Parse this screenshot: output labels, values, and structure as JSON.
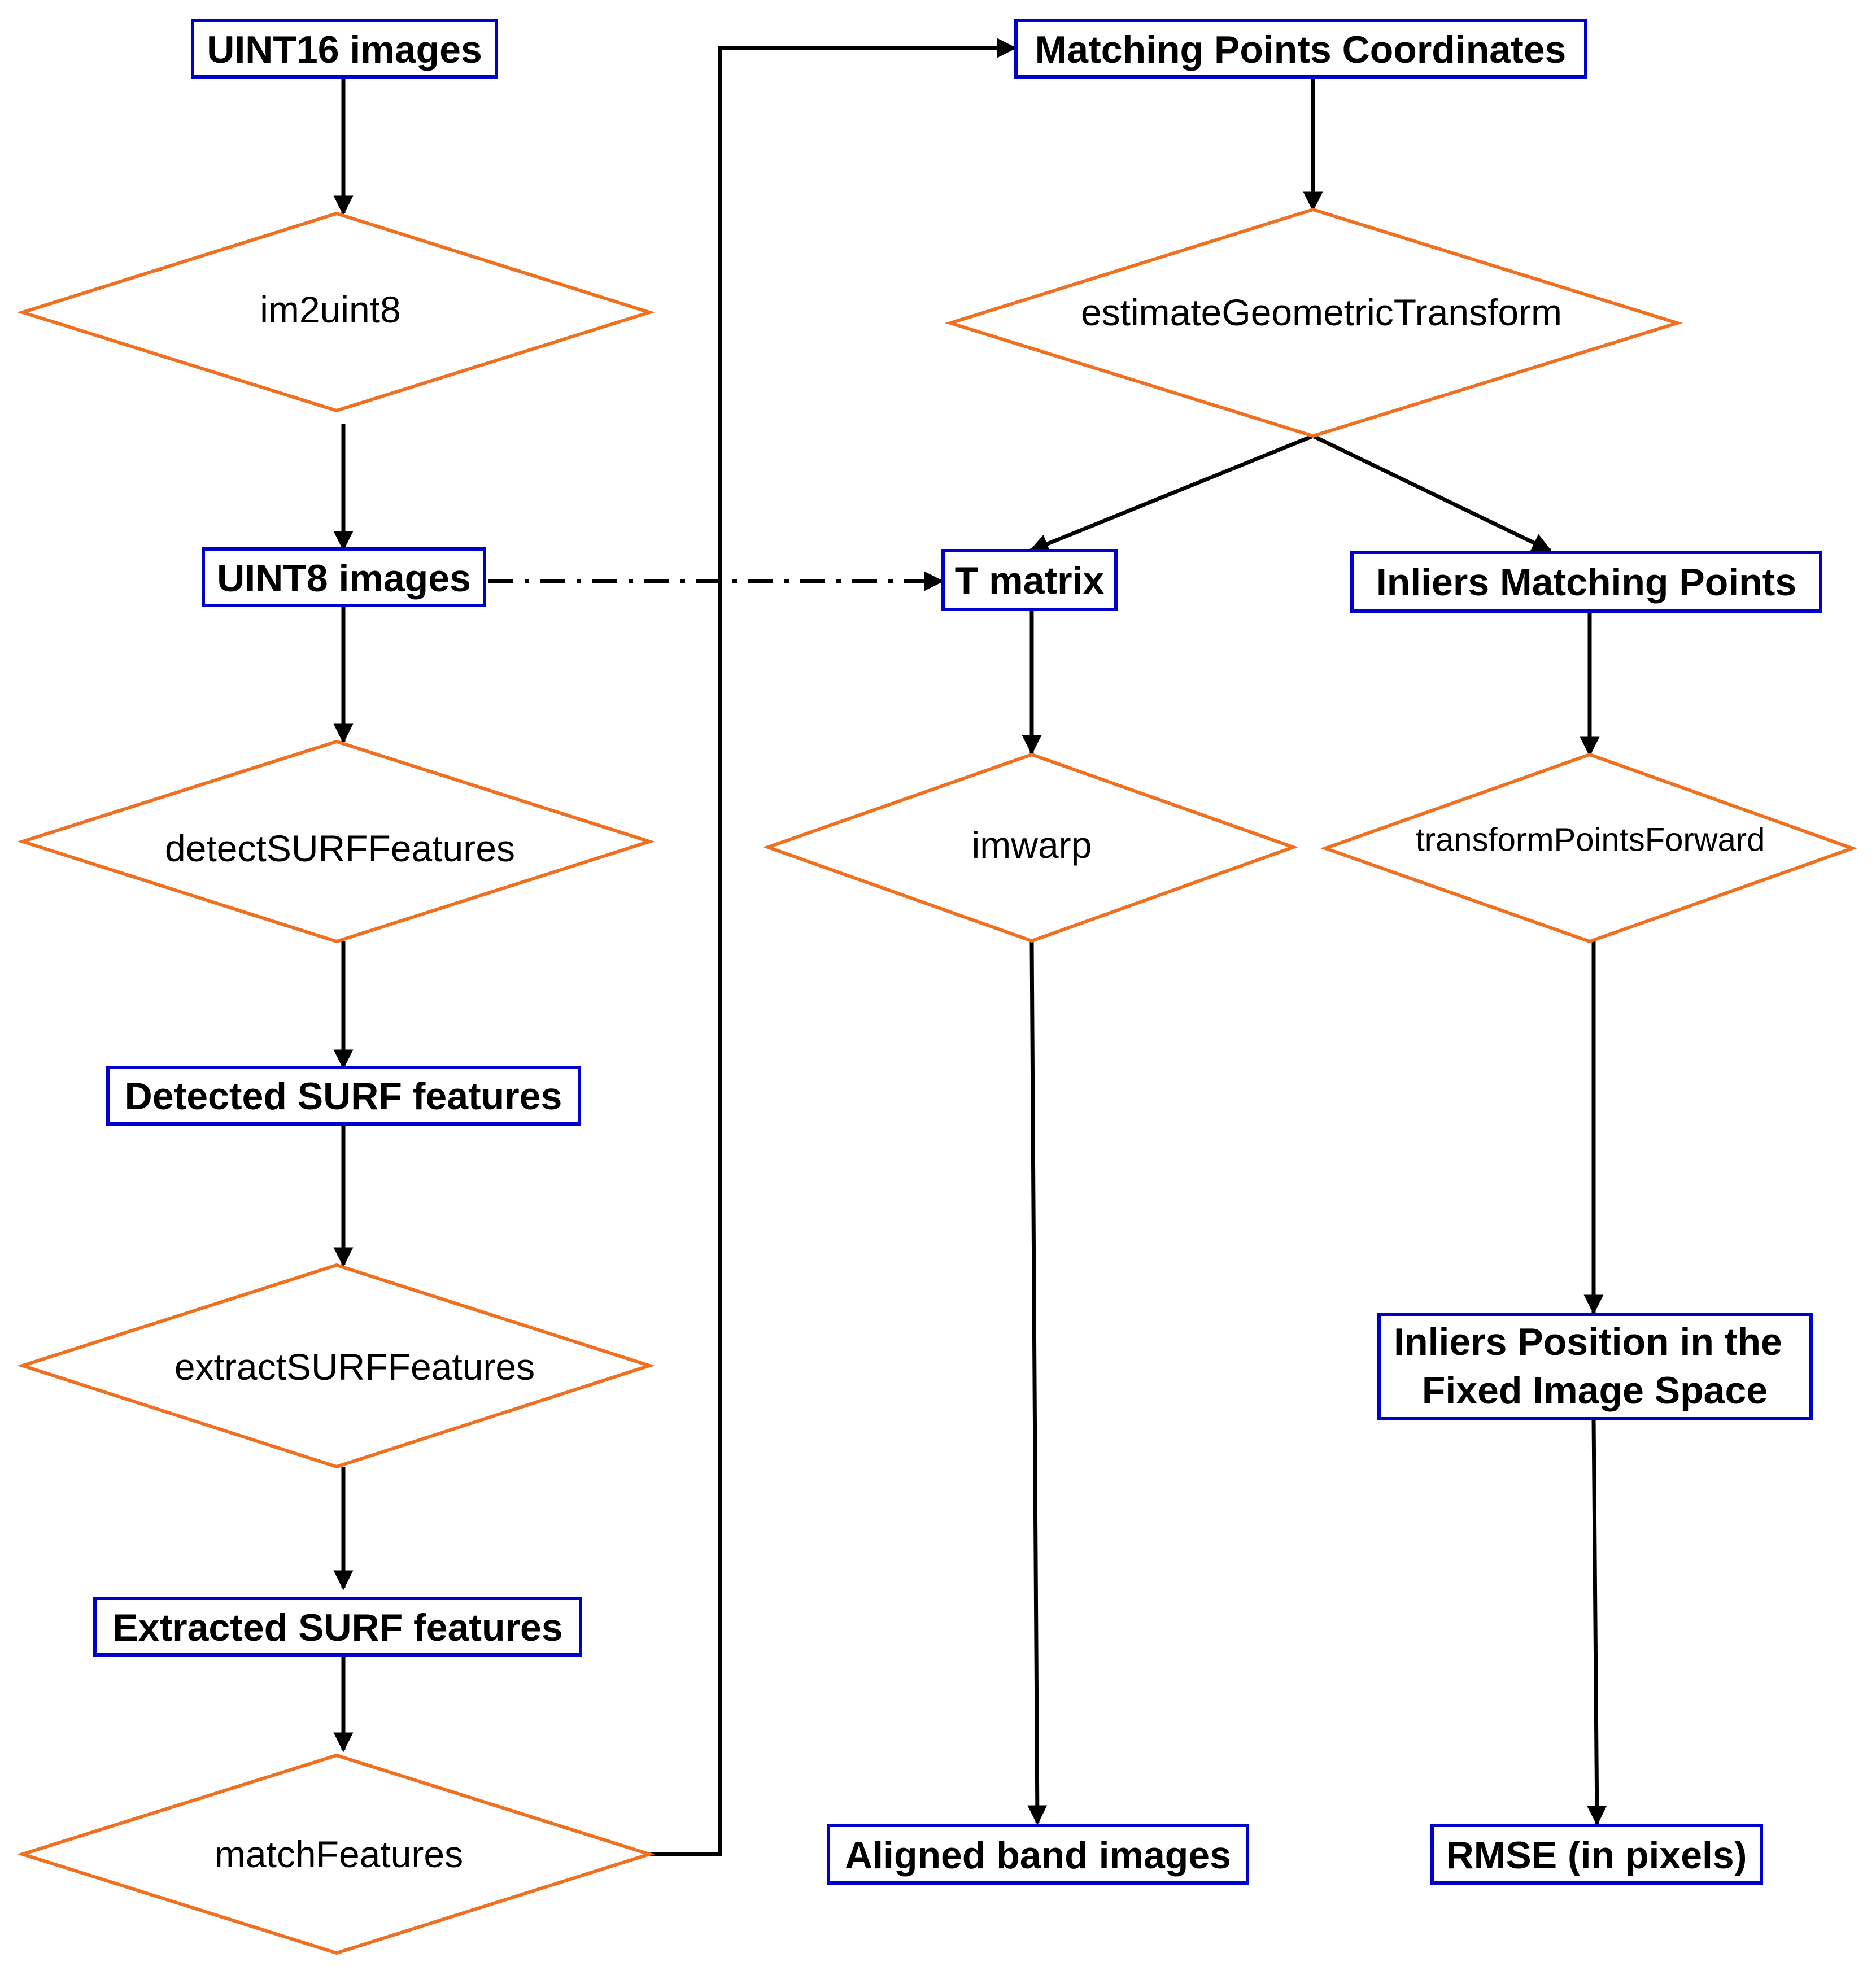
{
  "colors": {
    "box_border": "#0000c8",
    "diamond_border": "#f07020",
    "arrow": "#000000",
    "background": "#ffffff"
  },
  "boxes": {
    "uint16_images": "UINT16 images",
    "uint8_images": "UINT8 images",
    "detected_surf_features": "Detected SURF features",
    "extracted_surf_features": "Extracted SURF features",
    "matching_points_coordinates": "Matching Points Coordinates",
    "t_matrix": "T matrix",
    "inliers_matching_points": "Inliers Matching Points",
    "inliers_position_line1": "Inliers Position in the",
    "inliers_position_line2": "Fixed Image Space",
    "aligned_band_images": "Aligned band images",
    "rmse": "RMSE (in pixels)"
  },
  "operations": {
    "im2uint8": "im2uint8",
    "detect_surf": "detectSURFFeatures",
    "extract_surf": "extractSURFFeatures",
    "match_features": "matchFeatures",
    "estimate_transform": "estimateGeometricTransform",
    "imwarp": "imwarp",
    "transform_points": "transformPointsForward"
  }
}
